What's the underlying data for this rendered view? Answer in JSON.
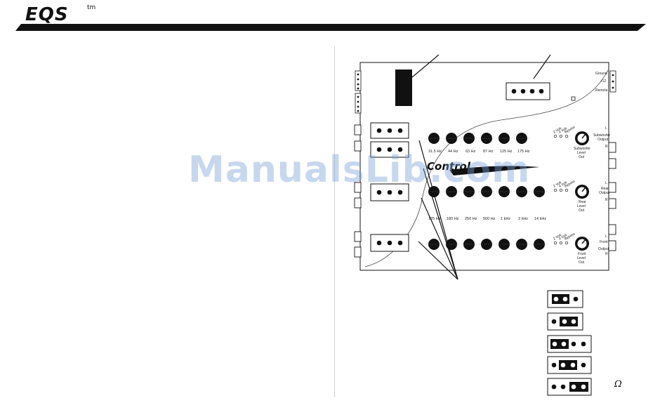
{
  "header": {
    "brand": "EQS",
    "trademark": "tm"
  },
  "watermark": {
    "text": "ManualsLib.com"
  },
  "board": {
    "overlay_label": "Control",
    "top_right_labels": [
      "Ground",
      "+12",
      "Remote"
    ],
    "subwoofer": {
      "freqs": [
        "31.5 Hz",
        "44 Hz",
        "63 Hz",
        "87 Hz",
        "125 Hz",
        "175 Hz"
      ],
      "output_label": [
        "Subwoofer",
        "Output"
      ],
      "level_label": [
        "Subwoofer",
        "Level",
        "Out"
      ],
      "switch_labels": [
        "2 Volt",
        "4 Volt",
        "Bypass"
      ]
    },
    "rear": {
      "freqs": [
        "125 Hz",
        "180 Hz",
        "250 Hz",
        "500 Hz",
        "1 kHz",
        "2 kHz",
        "14 kHz"
      ],
      "output_label": [
        "Rear",
        "Output"
      ],
      "level_label": [
        "Rear",
        "Level",
        "Out"
      ],
      "switch_labels": [
        "2 Volt",
        "4 Volt",
        "Bypass"
      ]
    },
    "front": {
      "output_label": [
        "Front",
        "Output"
      ],
      "level_label": [
        "Front",
        "Level",
        "Out"
      ],
      "switch_labels": [
        "2 Volt",
        "4 Volt",
        "Bypass"
      ]
    },
    "lr_labels": [
      "L",
      "R"
    ]
  },
  "omega_symbol": "Ω"
}
